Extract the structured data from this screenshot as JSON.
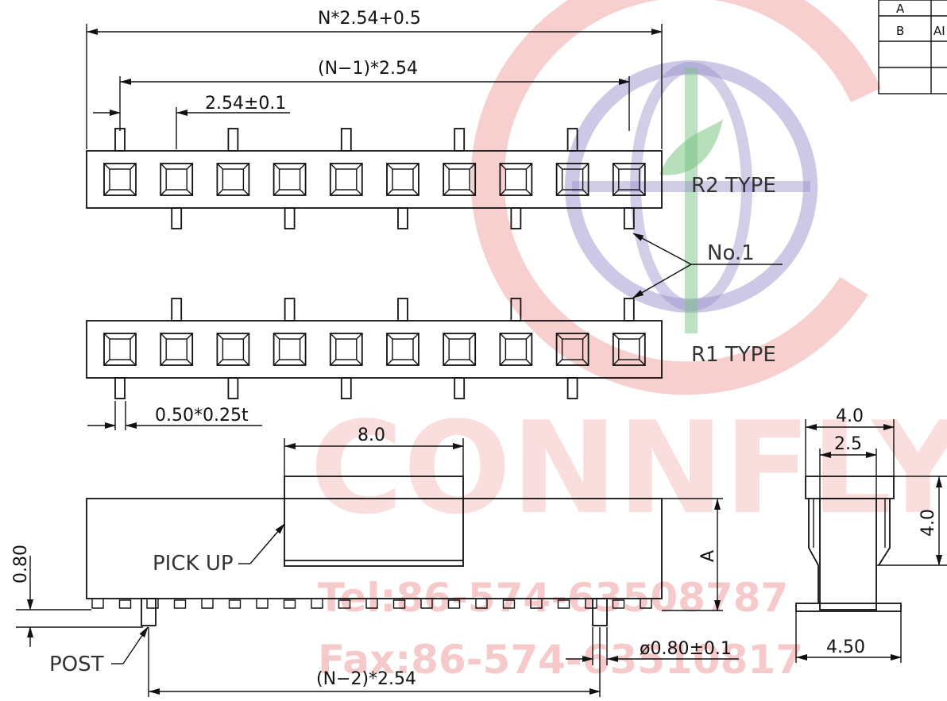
{
  "watermark": {
    "brand": "CONNFLY",
    "tel": "Tel:86-574-63508787",
    "fax": "Fax:86-574-63510817",
    "colors": {
      "red": "#e85050",
      "blue": "#7e74b8",
      "green": "#3aa34a"
    }
  },
  "title_block": {
    "row_a": "A",
    "row_b": "B",
    "row_b_value": "AI"
  },
  "dimensions": {
    "overall_length": "N*2.54+0.5",
    "pitch_span": "(N−1)*2.54",
    "pitch": "2.54±0.1",
    "pin_size": "0.50*0.25t",
    "pickup_width": "8.0",
    "standoff": "0.80",
    "height_a": "A",
    "post_span": "(N−2)*2.54",
    "post_dia": "ø0.80±0.1",
    "side_top": "4.0",
    "side_inner": "2.5",
    "side_height": "4.0",
    "side_bottom": "4.50"
  },
  "labels": {
    "r2_type": "R2  TYPE",
    "r1_type": "R1  TYPE",
    "pin_one": "No.1",
    "pick_up": "PICK  UP",
    "post": "POST"
  }
}
